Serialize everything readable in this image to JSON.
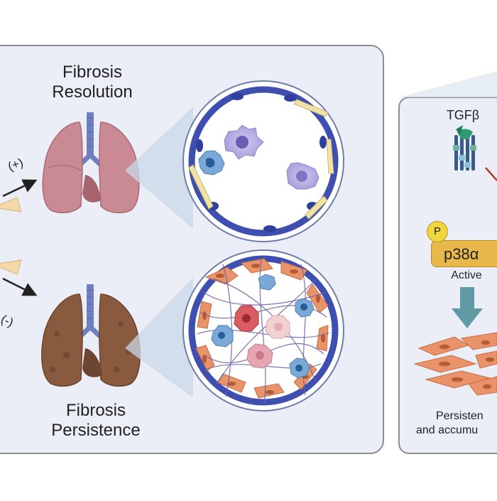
{
  "left_panel": {
    "top_title_line1": "Fibrosis",
    "top_title_line2": "Resolution",
    "bottom_title_line1": "Fibrosis",
    "bottom_title_line2": "Persistence",
    "arrow_top_label": "(+)",
    "arrow_bottom_label": "(-)"
  },
  "right_panel": {
    "receptor_label": "TGFβ",
    "phospho_badge": "P",
    "kinase_label": "p38α",
    "kinase_state": "Active",
    "caption_line1": "Persisten",
    "caption_line2": "and accumu"
  },
  "colors": {
    "panel_fill": "#eceef7",
    "panel_border": "#8a8d93",
    "lung_healthy": "#c98a93",
    "lung_fibrotic": "#8a5a3e",
    "trachea": "#6f7fc0",
    "vessel_wall": "#3f4fb0",
    "fibroblast": "#e8936a",
    "arrow_teal": "#5f9aa5",
    "kinase": "#e9b84a"
  },
  "icons": [
    "lungs-healthy-icon",
    "lungs-fibrotic-icon",
    "alveolus-healthy-icon",
    "alveolus-fibrotic-icon",
    "tgfb-receptor-icon",
    "fibroblast-cluster-icon"
  ]
}
